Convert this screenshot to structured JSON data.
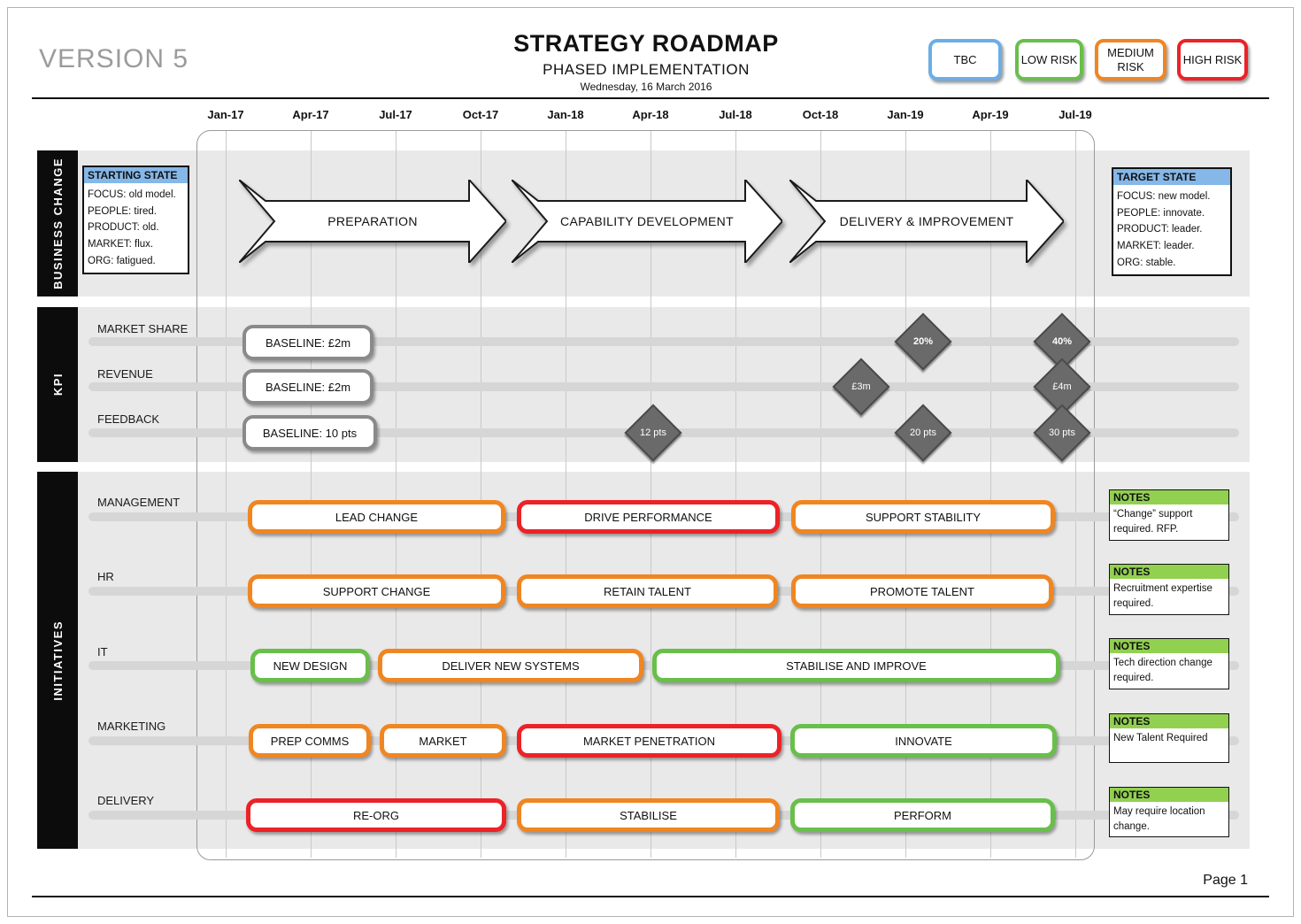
{
  "colors": {
    "tbc": "#6cade6",
    "low": "#68bf4a",
    "medium": "#f08621",
    "high": "#ec2227",
    "state_header": "#85b7e8",
    "notes_header": "#92d050",
    "diamond_fill": "#6a6a6a",
    "diamond_border": "#4a4a4a",
    "baseline_border": "#8a8a8a"
  },
  "header": {
    "version": "VERSION 5",
    "title": "STRATEGY ROADMAP",
    "subtitle": "PHASED IMPLEMENTATION",
    "date": "Wednesday, 16 March 2016",
    "legend": [
      {
        "label": "TBC",
        "risk": "tbc"
      },
      {
        "label": "LOW RISK",
        "risk": "low"
      },
      {
        "label": "MEDIUM RISK",
        "risk": "medium"
      },
      {
        "label": "HIGH RISK",
        "risk": "high"
      }
    ]
  },
  "timeline": {
    "months": [
      "Jan-17",
      "Apr-17",
      "Jul-17",
      "Oct-17",
      "Jan-18",
      "Apr-18",
      "Jul-18",
      "Oct-18",
      "Jan-19",
      "Apr-19",
      "Jul-19"
    ]
  },
  "business_change": {
    "label": "BUSINESS CHANGE",
    "starting_state": {
      "title": "STARTING STATE",
      "body": "FOCUS: old model.\nPEOPLE: tired.\nPRODUCT: old.\nMARKET: flux.\nORG: fatigued."
    },
    "phases": [
      "PREPARATION",
      "CAPABILITY DEVELOPMENT",
      "DELIVERY & IMPROVEMENT"
    ],
    "target_state": {
      "title": "TARGET STATE",
      "body": "FOCUS: new  model.\nPEOPLE: innovate.\nPRODUCT: leader.\nMARKET: leader.\nORG: stable."
    }
  },
  "kpi": {
    "label": "KPI",
    "rows": [
      {
        "name": "MARKET SHARE",
        "baseline": "BASELINE: £2m",
        "milestones": [
          {
            "label": "20%",
            "time": "Feb-19"
          },
          {
            "label": "40%",
            "time": "Jun-19"
          }
        ]
      },
      {
        "name": "REVENUE",
        "baseline": "BASELINE: £2m",
        "milestones": [
          {
            "label": "£3m",
            "time": "Nov-18"
          },
          {
            "label": "£4m",
            "time": "Jun-19"
          }
        ]
      },
      {
        "name": "FEEDBACK",
        "baseline": "BASELINE: 10 pts",
        "milestones": [
          {
            "label": "12 pts",
            "time": "Apr-18"
          },
          {
            "label": "20 pts",
            "time": "Feb-19"
          },
          {
            "label": "30 pts",
            "time": "Jun-19"
          }
        ]
      }
    ]
  },
  "initiatives": {
    "label": "INITIATIVES",
    "notes_title": "NOTES",
    "rows": [
      {
        "name": "MANAGEMENT",
        "bars": [
          {
            "label": "LEAD CHANGE",
            "risk": "medium"
          },
          {
            "label": "DRIVE PERFORMANCE",
            "risk": "high"
          },
          {
            "label": "SUPPORT STABILITY",
            "risk": "medium"
          }
        ],
        "note": "“Change” support required. RFP."
      },
      {
        "name": "HR",
        "bars": [
          {
            "label": "SUPPORT CHANGE",
            "risk": "medium"
          },
          {
            "label": "RETAIN TALENT",
            "risk": "medium"
          },
          {
            "label": "PROMOTE TALENT",
            "risk": "medium"
          }
        ],
        "note": "Recruitment expertise required."
      },
      {
        "name": "IT",
        "bars": [
          {
            "label": "NEW DESIGN",
            "risk": "low"
          },
          {
            "label": "DELIVER NEW SYSTEMS",
            "risk": "medium"
          },
          {
            "label": "STABILISE AND IMPROVE",
            "risk": "low"
          }
        ],
        "note": "Tech direction change required."
      },
      {
        "name": "MARKETING",
        "bars": [
          {
            "label": "PREP COMMS",
            "risk": "medium"
          },
          {
            "label": "MARKET",
            "risk": "medium"
          },
          {
            "label": "MARKET PENETRATION",
            "risk": "high"
          },
          {
            "label": "INNOVATE",
            "risk": "low"
          }
        ],
        "note": "New Talent Required"
      },
      {
        "name": "DELIVERY",
        "bars": [
          {
            "label": "RE-ORG",
            "risk": "high"
          },
          {
            "label": "STABILISE",
            "risk": "medium"
          },
          {
            "label": "PERFORM",
            "risk": "low"
          }
        ],
        "note": "May require location change."
      }
    ]
  },
  "footer": {
    "page": "Page 1"
  }
}
